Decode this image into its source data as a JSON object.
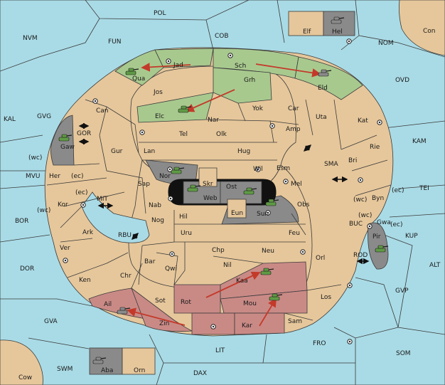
{
  "colors": {
    "sea": "#a9dbe6",
    "neutral_land": "#e6c79b",
    "green_power": "#7fae62",
    "red_power": "#c98a86",
    "grey_power": "#8a8a8a",
    "order_arrow": "#c43a2a"
  },
  "labels": {
    "POL": "POL",
    "NVM": "NVM",
    "FUN": "FUN",
    "COB": "COB",
    "NOM": "NOM",
    "Con": "Con",
    "Elf": "Elf",
    "Hel": "Hel",
    "OVD": "OVD",
    "KAL": "KAL",
    "GVG": "GVG",
    "KAM": "KAM",
    "MVU": "MVU",
    "TEI": "TEI",
    "BOR": "BOR",
    "KUP": "KUP",
    "DOR": "DOR",
    "ALT": "ALT",
    "GVP": "GVP",
    "GVA": "GVA",
    "FRO": "FRO",
    "SOM": "SOM",
    "LIT": "LIT",
    "SWM": "SWM",
    "DAX": "DAX",
    "Cow": "Cow",
    "Aba": "Aba",
    "Orn": "Orn",
    "Jad": "Jad",
    "Sch": "Sch",
    "Qua": "Qua",
    "Eld": "Eld",
    "Jos": "Jos",
    "Grh": "Grh",
    "Can": "Can",
    "Elc": "Elc",
    "Yok": "Yok",
    "Car": "Car",
    "Uta": "Uta",
    "Kat": "Kat",
    "Nar": "Nar",
    "Tel": "Tel",
    "Olk": "Olk",
    "Amp": "Amp",
    "GOR": "GOR",
    "Gaw": "Gaw",
    "Gur": "Gur",
    "Lan": "Lan",
    "Hug": "Hug",
    "Rie": "Rie",
    "Bri": "Bri",
    "Esm": "Esm",
    "SMA": "SMA",
    "Wil": "Wil",
    "Nor": "Nor",
    "Skr": "Skr",
    "Ost": "Ost",
    "Web": "Web",
    "Her": "Her",
    "Sap": "Sap",
    "Mel": "Mel",
    "Byn": "Byn",
    "Kor": "Kor",
    "MIT": "MIT",
    "Nab": "Nab",
    "Eun": "Eun",
    "Sun": "Sun",
    "Obs": "Obs",
    "Gwa": "Gwa",
    "Hil": "Hil",
    "Nog": "Nog",
    "Ark": "Ark",
    "RBU": "RBU",
    "Uru": "Uru",
    "Feu": "Feu",
    "BUC": "BUC",
    "Pir": "Pir",
    "Ver": "Ver",
    "Chp": "Chp",
    "Neu": "Neu",
    "Orl": "Orl",
    "Bar": "Bar",
    "Nil": "Nil",
    "Qwi": "Qwi",
    "ROD": "ROD",
    "Ken": "Ken",
    "Chr": "Chr",
    "Kaa": "Kaa",
    "Ail": "Ail",
    "Sot": "Sot",
    "Rot": "Rot",
    "Mou": "Mou",
    "Los": "Los",
    "Zin": "Zin",
    "Kar": "Kar",
    "Sam": "Sam",
    "wc": "(wc)",
    "ec": "(ec)"
  },
  "units": [
    {
      "power": "green",
      "at": "Qua"
    },
    {
      "power": "grey",
      "at": "Eld"
    },
    {
      "power": "green",
      "at": "Elc"
    },
    {
      "power": "green",
      "at": "Gaw"
    },
    {
      "power": "green",
      "at": "Nor"
    },
    {
      "power": "green",
      "at": "Web"
    },
    {
      "power": "green",
      "at": "Ost"
    },
    {
      "power": "green",
      "at": "Sun"
    },
    {
      "power": "green",
      "at": "Pir"
    },
    {
      "power": "green",
      "at": "Kaa"
    },
    {
      "power": "green",
      "at": "Mou"
    },
    {
      "power": "grey",
      "at": "Ail"
    },
    {
      "power": "grey",
      "at": "Hel"
    },
    {
      "power": "grey",
      "at": "Aba"
    }
  ],
  "orders": [
    {
      "from": "Jad",
      "to": "Qua"
    },
    {
      "from": "Sch",
      "to": "Eld"
    },
    {
      "from": "Grh",
      "to": "Elc"
    },
    {
      "from": "Rot",
      "to": "Kaa"
    },
    {
      "from": "Kar",
      "to": "Mou"
    },
    {
      "from": "Zin",
      "to": "Ail"
    }
  ]
}
